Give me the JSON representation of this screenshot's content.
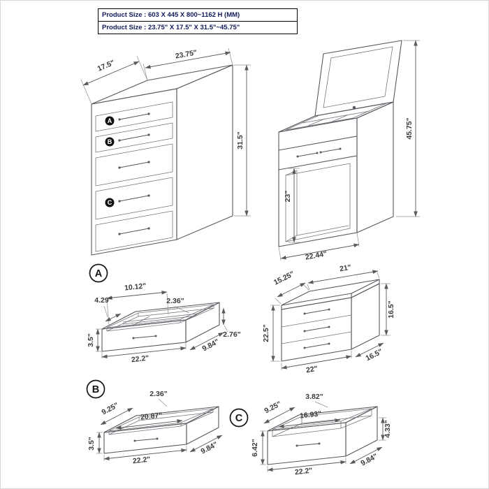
{
  "header": {
    "row_mm": "Product Size : 603 X 445 X 800~1162 H (MM)",
    "row_in": "Product Size : 23.75\" X 17.5\" X 31.5\"~45.75\""
  },
  "dresser_closed": {
    "dim_depth": "17.5\"",
    "dim_width": "23.75\"",
    "dim_height": "31.5\"",
    "marker_a": "A",
    "marker_b": "B",
    "marker_c": "C"
  },
  "vanity_open": {
    "dim_total_height": "45.75\"",
    "dim_knee_height": "23\"",
    "dim_width": "22.44\""
  },
  "drawer_a": {
    "label": "A",
    "dim_inner_front_width": "10.12\"",
    "dim_compartment": "4.29\"",
    "dim_divider": "2.36\"",
    "dim_height": "3.5\"",
    "dim_width": "22.2\"",
    "dim_depth": "9.84\"",
    "dim_back_height": "2.76\""
  },
  "base_unit": {
    "dim_top_depth": "15.25\"",
    "dim_top_width": "21\"",
    "dim_left_height": "22.5\"",
    "dim_right_height": "16.5\"",
    "dim_bottom_width": "22\"",
    "dim_bottom_depth": "16.5\""
  },
  "drawer_b": {
    "label": "B",
    "dim_divider": "2.36\"",
    "dim_inner_depth": "9.25\"",
    "dim_inner_width": "20.87\"",
    "dim_height": "3.5\"",
    "dim_width": "22.2\"",
    "dim_depth": "9.84\""
  },
  "drawer_c": {
    "label": "C",
    "dim_divider": "3.82\"",
    "dim_inner_depth": "9.25\"",
    "dim_inner_width": "16.93\"",
    "dim_height": "6.42\"",
    "dim_back_height": "4.33\"",
    "dim_width": "22.2\"",
    "dim_depth": "9.84\""
  }
}
